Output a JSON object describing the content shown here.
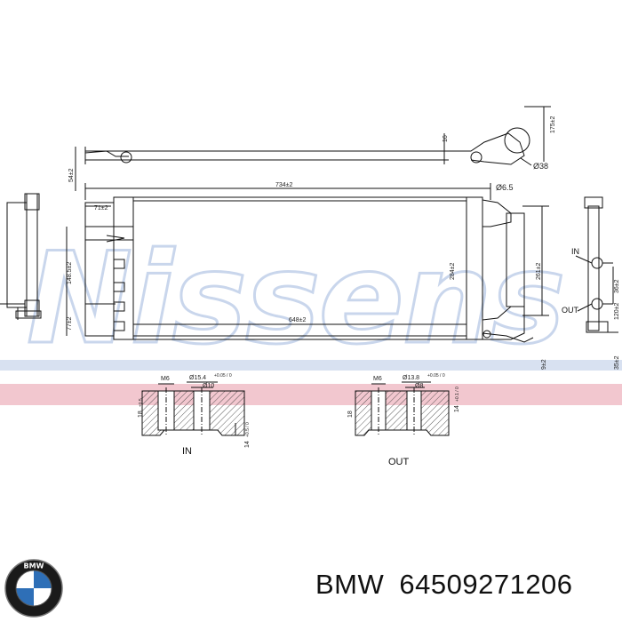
{
  "watermark": {
    "text": "Nissens",
    "color": "#c9d6ec",
    "band_color": "#f2c7cf"
  },
  "dimensions": {
    "top_right_vertical": "175±2",
    "left_vertical": "54±2",
    "bracket_16": "16",
    "dia_38": "Ø38",
    "width_734": "734±2",
    "dia_6_5": "Ø6.5",
    "dim_71": "71±2",
    "dim_148_5": "148.5±2",
    "dim_77": "77±2",
    "height_284": "284±2",
    "width_648": "648±2",
    "dim_261": "261±2",
    "dim_120": "120±2",
    "dim_36": "36±2",
    "dim_9": "9±2",
    "dim_35": "35±2"
  },
  "ports": {
    "right_in_label": "IN",
    "right_out_label": "OUT"
  },
  "in_section": {
    "label": "IN",
    "thread": "M6",
    "bore_dia": "Ø15.4",
    "bore_tol": "+0.05 / 0",
    "inner_dia": "Ø10",
    "depth": "18",
    "depth_tol": "±0.5",
    "height": "14",
    "height_tol": "+0.5 / 0"
  },
  "out_section": {
    "label": "OUT",
    "thread": "M6",
    "bore_dia": "Ø13.8",
    "bore_tol": "+0.05 / 0",
    "inner_dia": "Ø8",
    "depth": "18",
    "height": "14",
    "height_tol": "+0.1 / 0"
  },
  "caption": {
    "brand": "BMW",
    "part_number": "64509271206"
  },
  "logo": {
    "name": "bmw-roundel-logo",
    "text": "BMW",
    "blue": "#2e6fb7",
    "ring": "#1a1a1a"
  }
}
